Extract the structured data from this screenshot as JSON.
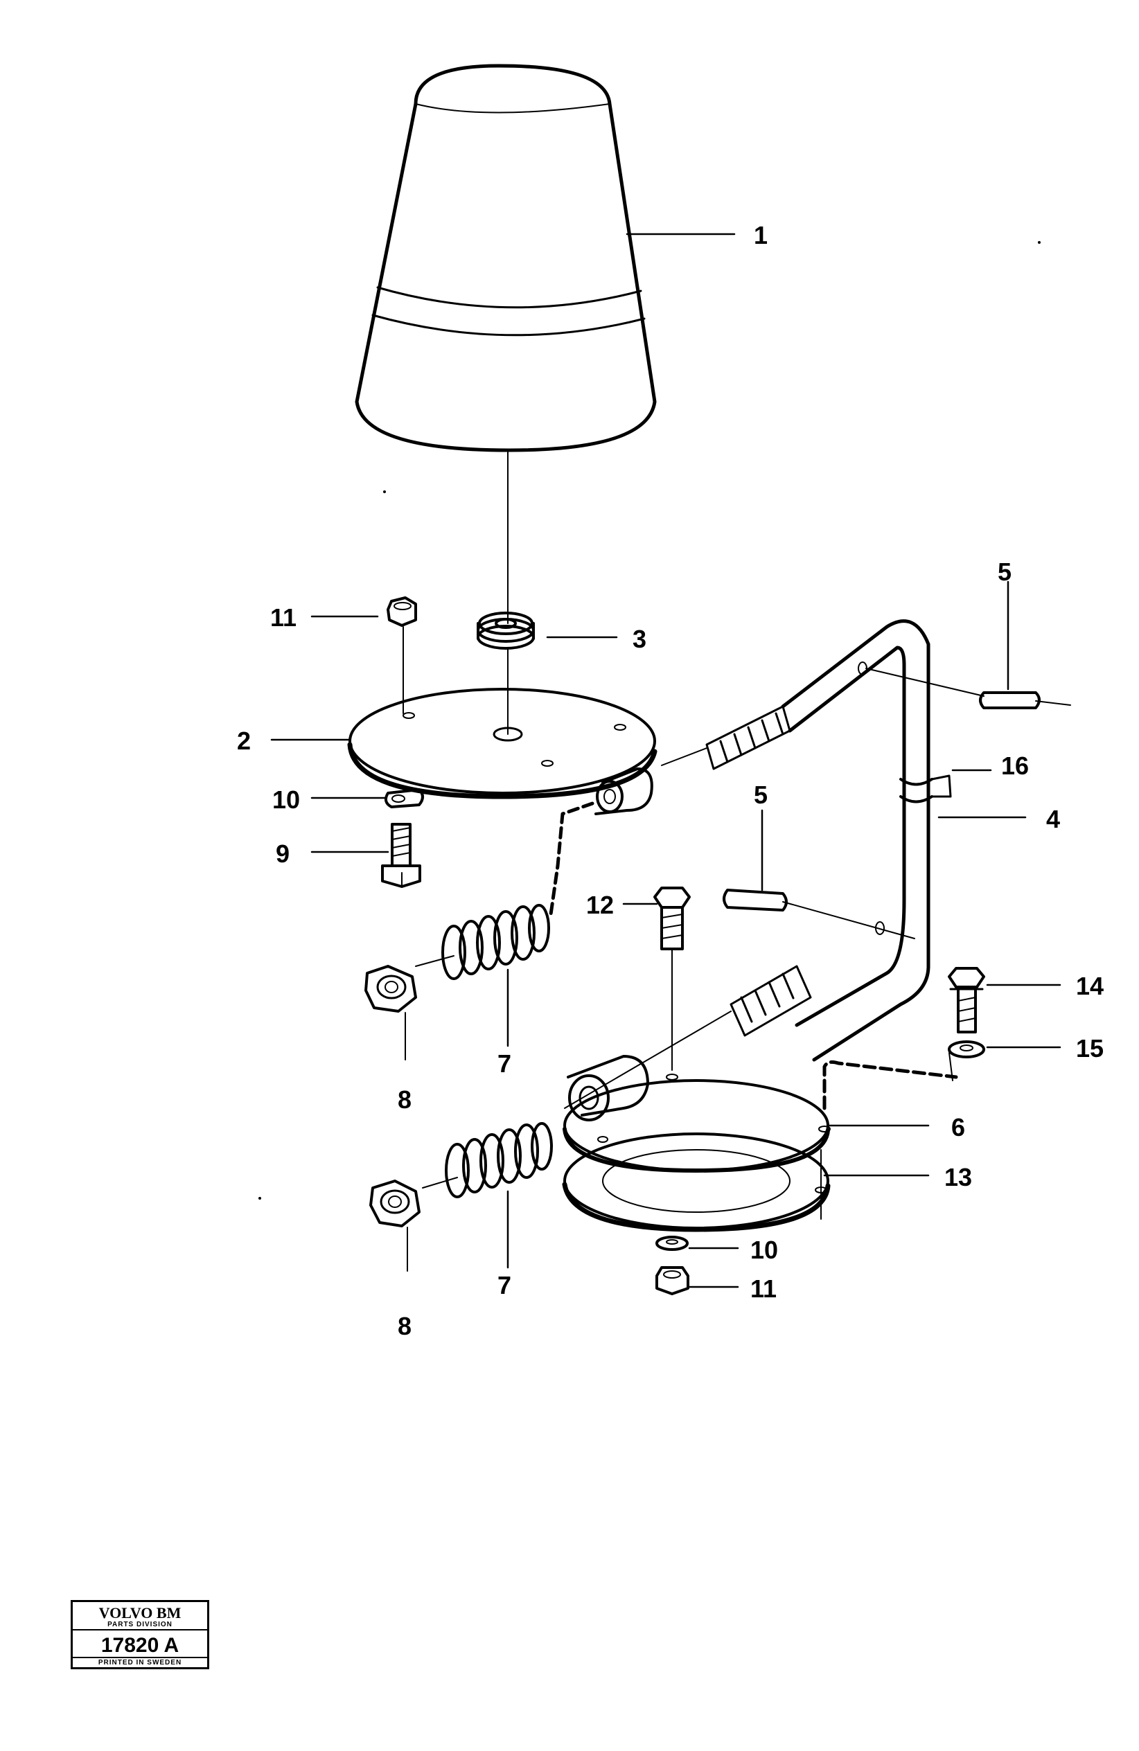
{
  "callouts": {
    "c1": "1",
    "c2": "2",
    "c3": "3",
    "c4": "4",
    "c5a": "5",
    "c5b": "5",
    "c6": "6",
    "c7a": "7",
    "c7b": "7",
    "c8a": "8",
    "c8b": "8",
    "c9": "9",
    "c10a": "10",
    "c10b": "10",
    "c11a": "11",
    "c11b": "11",
    "c12": "12",
    "c13": "13",
    "c14": "14",
    "c15": "15",
    "c16": "16"
  },
  "stamp": {
    "brand": "VOLVO BM",
    "division": "PARTS DIVISION",
    "number": "17820 A",
    "footer": "PRINTED IN SWEDEN"
  }
}
